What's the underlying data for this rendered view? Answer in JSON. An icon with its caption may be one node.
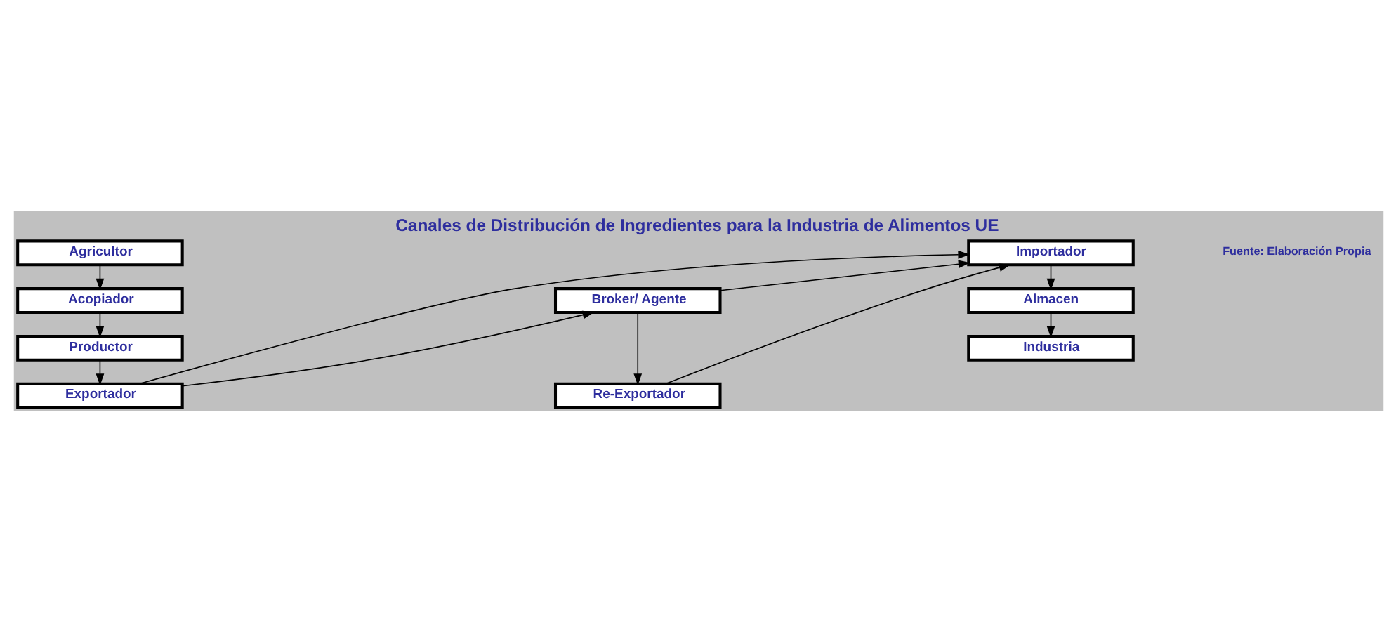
{
  "diagram": {
    "title": "Canales de Distribución de Ingredientes para la Industria de Alimentos UE",
    "caption": "Fuente: Elaboración Propia",
    "nodes": [
      {
        "text": [
          "Agricultor"
        ]
      },
      {
        "text": [
          "Acopiador"
        ]
      },
      {
        "text": [
          "Productor"
        ]
      },
      {
        "text": [
          "Exportador"
        ]
      },
      {
        "text": [
          "Broker/ Agente"
        ]
      },
      {
        "text": [
          "Re-Exportador"
        ]
      },
      {
        "text": [
          "Importador"
        ]
      },
      {
        "text": [
          "Almacen"
        ]
      },
      {
        "text": [
          "Industria"
        ]
      }
    ],
    "edges": [
      {
        "from": 0,
        "to": 1,
        "arrow": "to"
      },
      {
        "from": 1,
        "to": 2,
        "arrow": "to"
      },
      {
        "from": 2,
        "to": 3,
        "arrow": "to"
      },
      {
        "from": 3,
        "to": 4,
        "arrow": "to"
      },
      {
        "from": 4,
        "to": 5,
        "arrow": "to"
      },
      {
        "from": 4,
        "to": 6,
        "arrow": "to"
      },
      {
        "from": 5,
        "to": 6,
        "arrow": "to"
      },
      {
        "from": 3,
        "to": 6,
        "arrow": "to"
      },
      {
        "from": 6,
        "to": 7,
        "arrow": "to"
      },
      {
        "from": 7,
        "to": 8,
        "arrow": "to"
      }
    ]
  }
}
